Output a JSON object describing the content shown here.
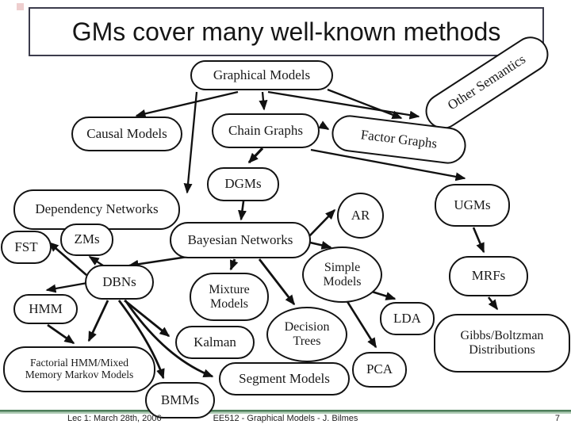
{
  "slide": {
    "title": "GMs cover many well-known methods",
    "footer": {
      "left": "Lec 1: March 28th, 2006",
      "center": "EE512 - Graphical Models - J. Bilmes",
      "page": "7"
    },
    "accent_colors": {
      "footer_rule_dark": "#4e7e5a",
      "footer_rule_light": "#aecbb4"
    }
  },
  "diagram": {
    "nodes": [
      {
        "id": "graphical-models",
        "label": "Graphical Models"
      },
      {
        "id": "other-semantics",
        "label": "Other Semantics"
      },
      {
        "id": "causal-models",
        "label": "Causal Models"
      },
      {
        "id": "chain-graphs",
        "label": "Chain Graphs"
      },
      {
        "id": "factor-graphs",
        "label": "Factor Graphs"
      },
      {
        "id": "dgms",
        "label": "DGMs"
      },
      {
        "id": "dependency-networks",
        "label": "Dependency Networks"
      },
      {
        "id": "ar",
        "label": "AR"
      },
      {
        "id": "ugms",
        "label": "UGMs"
      },
      {
        "id": "fst",
        "label": "FST"
      },
      {
        "id": "zms",
        "label": "ZMs"
      },
      {
        "id": "bayesian-networks",
        "label": "Bayesian Networks"
      },
      {
        "id": "dbns",
        "label": "DBNs"
      },
      {
        "id": "hmm",
        "label": "HMM"
      },
      {
        "id": "mixture-models",
        "label": "Mixture",
        "label2": "Models"
      },
      {
        "id": "simple-models",
        "label": "Simple",
        "label2": "Models"
      },
      {
        "id": "mrfs",
        "label": "MRFs"
      },
      {
        "id": "kalman",
        "label": "Kalman"
      },
      {
        "id": "decision-trees",
        "label": "Decision",
        "label2": "Trees"
      },
      {
        "id": "lda",
        "label": "LDA"
      },
      {
        "id": "gibbs-boltzman",
        "label": "Gibbs/Boltzman",
        "label2": "Distributions"
      },
      {
        "id": "factorial-hmm",
        "label": "Factorial HMM/Mixed",
        "label2": "Memory Markov Models"
      },
      {
        "id": "segment-models",
        "label": "Segment Models"
      },
      {
        "id": "pca",
        "label": "PCA"
      },
      {
        "id": "bmms",
        "label": "BMMs"
      }
    ],
    "edges": [
      {
        "from": "graphical-models",
        "to": "causal-models"
      },
      {
        "from": "graphical-models",
        "to": "chain-graphs"
      },
      {
        "from": "graphical-models",
        "to": "factor-graphs"
      },
      {
        "from": "graphical-models",
        "to": "other-semantics"
      },
      {
        "from": "graphical-models",
        "to": "dependency-networks"
      },
      {
        "from": "chain-graphs",
        "to": "dgms"
      },
      {
        "from": "chain-graphs",
        "to": "factor-graphs"
      },
      {
        "from": "chain-graphs",
        "to": "ugms"
      },
      {
        "from": "dgms",
        "to": "bayesian-networks"
      },
      {
        "from": "bayesian-networks",
        "to": "ar"
      },
      {
        "from": "bayesian-networks",
        "to": "simple-models"
      },
      {
        "from": "bayesian-networks",
        "to": "decision-trees"
      },
      {
        "from": "bayesian-networks",
        "to": "mixture-models"
      },
      {
        "from": "bayesian-networks",
        "to": "dbns"
      },
      {
        "from": "dbns",
        "to": "zms"
      },
      {
        "from": "dbns",
        "to": "fst"
      },
      {
        "from": "dbns",
        "to": "hmm"
      },
      {
        "from": "dbns",
        "to": "factorial-hmm"
      },
      {
        "from": "dbns",
        "to": "kalman"
      },
      {
        "from": "dbns",
        "to": "bmms"
      },
      {
        "from": "dbns",
        "to": "segment-models"
      },
      {
        "from": "hmm",
        "to": "factorial-hmm"
      },
      {
        "from": "simple-models",
        "to": "lda"
      },
      {
        "from": "simple-models",
        "to": "pca"
      },
      {
        "from": "ugms",
        "to": "mrfs"
      },
      {
        "from": "mrfs",
        "to": "gibbs-boltzman"
      }
    ]
  }
}
